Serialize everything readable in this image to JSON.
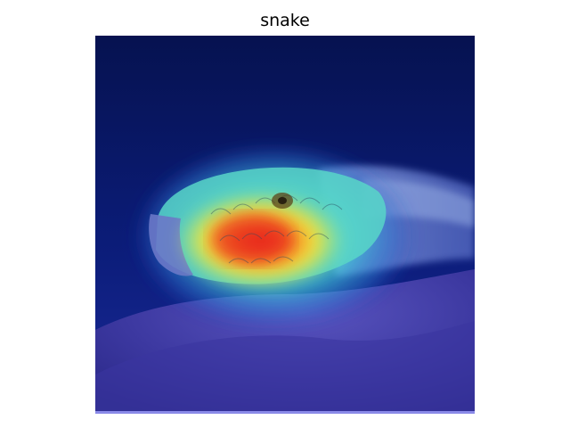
{
  "figure": {
    "title": "snake"
  },
  "image": {
    "subject": "snake",
    "overlay": "heatmap",
    "colors": {
      "background_dark": "#071457",
      "background_mid": "#14259a",
      "rock": "#4a46b0",
      "heat_low": "#1b2ea8",
      "heat_mid": "#4fd8d0",
      "heat_high": "#f4e23a",
      "heat_peak": "#e8231e"
    }
  }
}
